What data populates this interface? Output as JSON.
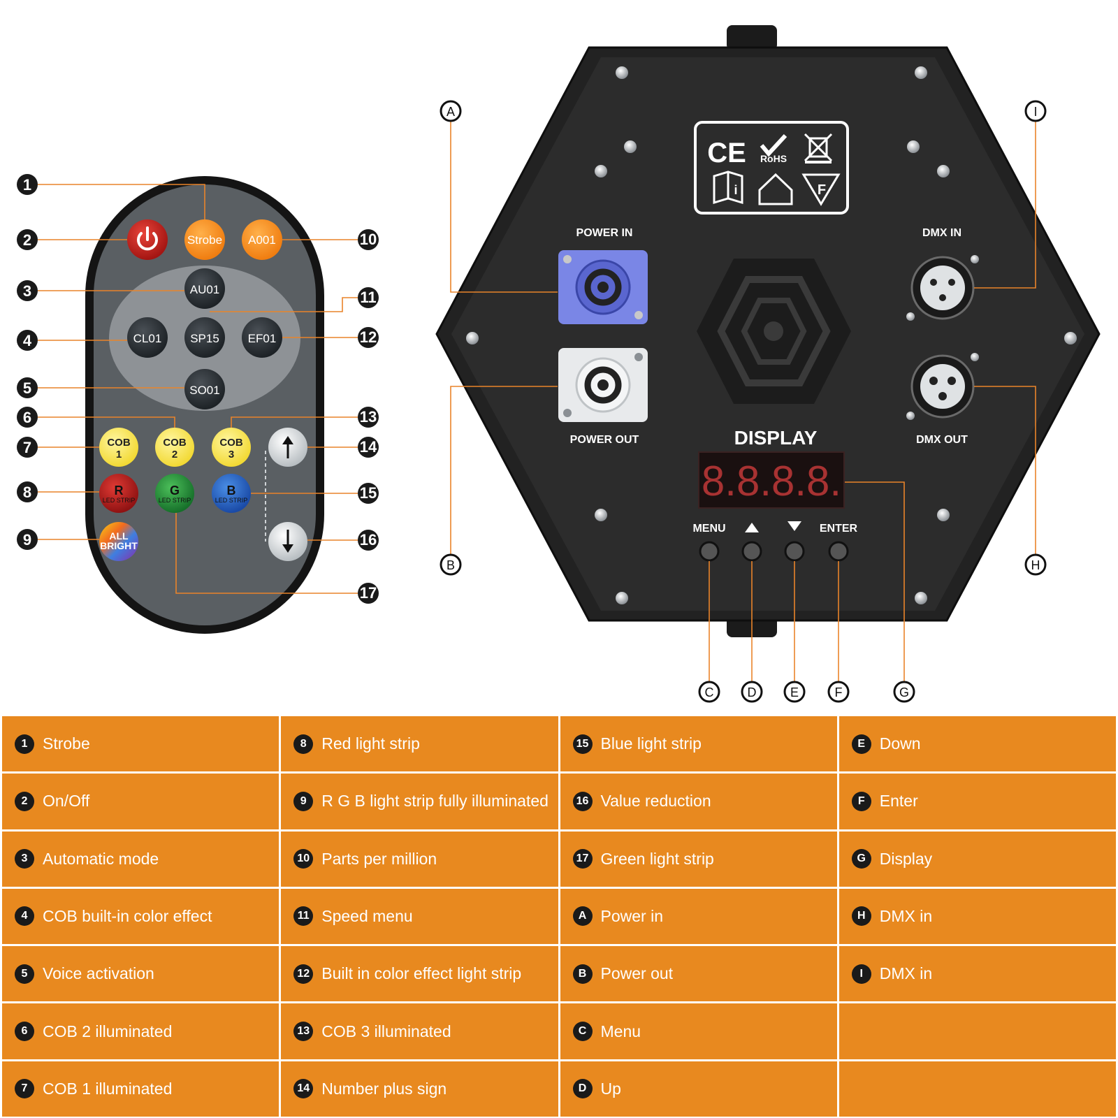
{
  "remote": {
    "buttons": {
      "strobe": "Strobe",
      "a001": "A001",
      "au01": "AU01",
      "cl01": "CL01",
      "sp15": "SP15",
      "ef01": "EF01",
      "so01": "SO01",
      "cob1_a": "COB",
      "cob1_b": "1",
      "cob2_a": "COB",
      "cob2_b": "2",
      "cob3_a": "COB",
      "cob3_b": "3",
      "r_a": "R",
      "r_b": "LED STRIP",
      "g_a": "G",
      "g_b": "LED STRIP",
      "b_a": "B",
      "b_b": "LED STRIP",
      "all_a": "ALL",
      "all_b": "BRIGHT"
    },
    "callouts": [
      "1",
      "2",
      "3",
      "4",
      "5",
      "6",
      "7",
      "8",
      "9",
      "10",
      "11",
      "12",
      "13",
      "14",
      "15",
      "16",
      "17"
    ]
  },
  "panel": {
    "power_in": "POWER IN",
    "power_out": "POWER OUT",
    "dmx_in": "DMX IN",
    "dmx_out": "DMX OUT",
    "display_title": "DISPLAY",
    "display_digits": "8.8.8.8.",
    "menu": "MENU",
    "enter": "ENTER",
    "cert_ce": "CE",
    "cert_rohs": "RoHS",
    "callouts": [
      "A",
      "B",
      "C",
      "D",
      "E",
      "F",
      "G",
      "H",
      "I"
    ]
  },
  "legend": [
    [
      {
        "badge": "1",
        "text": "Strobe"
      },
      {
        "badge": "8",
        "text": "Red light strip"
      },
      {
        "badge": "15",
        "text": "Blue light strip"
      },
      {
        "badge": "E",
        "text": "Down"
      }
    ],
    [
      {
        "badge": "2",
        "text": "On/Off"
      },
      {
        "badge": "9",
        "text": "R G B light strip fully illuminated"
      },
      {
        "badge": "16",
        "text": "Value reduction"
      },
      {
        "badge": "F",
        "text": "Enter"
      }
    ],
    [
      {
        "badge": "3",
        "text": "Automatic mode"
      },
      {
        "badge": "10",
        "text": "Parts per million"
      },
      {
        "badge": "17",
        "text": "Green light strip"
      },
      {
        "badge": "G",
        "text": "Display"
      }
    ],
    [
      {
        "badge": "4",
        "text": "COB built-in color effect"
      },
      {
        "badge": "11",
        "text": "Speed menu"
      },
      {
        "badge": "A",
        "text": "Power in"
      },
      {
        "badge": "H",
        "text": "DMX in"
      }
    ],
    [
      {
        "badge": "5",
        "text": "Voice activation"
      },
      {
        "badge": "12",
        "text": "Built in color effect light strip"
      },
      {
        "badge": "B",
        "text": "Power out"
      },
      {
        "badge": "I",
        "text": "DMX in"
      }
    ],
    [
      {
        "badge": "6",
        "text": "COB 2 illuminated"
      },
      {
        "badge": "13",
        "text": "COB 3 illuminated"
      },
      {
        "badge": "C",
        "text": "Menu"
      },
      {
        "badge": "",
        "text": ""
      }
    ],
    [
      {
        "badge": "7",
        "text": "COB 1 illuminated"
      },
      {
        "badge": "14",
        "text": "Number plus sign"
      },
      {
        "badge": "D",
        "text": "Up"
      },
      {
        "badge": "",
        "text": ""
      }
    ]
  ]
}
